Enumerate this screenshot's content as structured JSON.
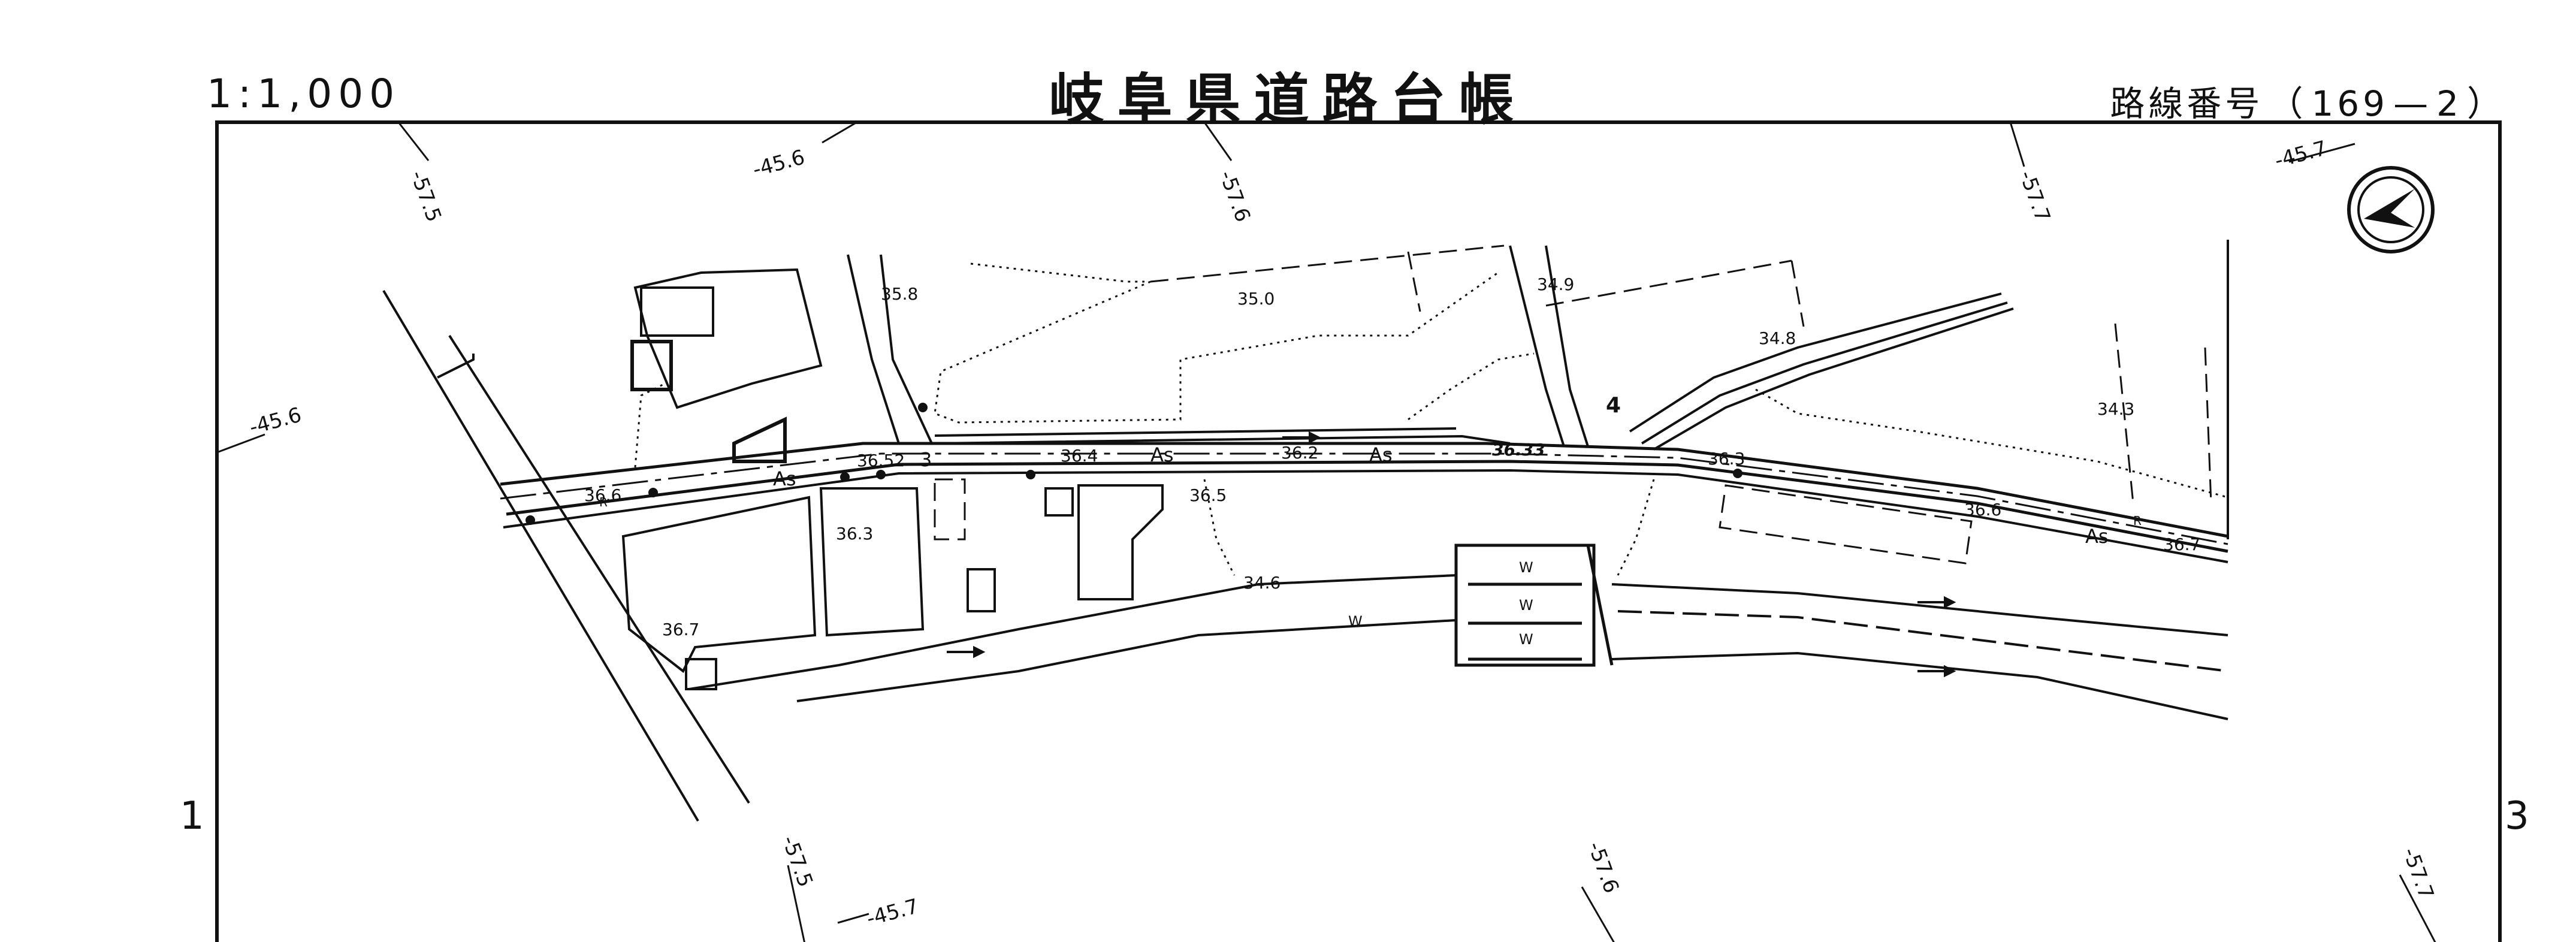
{
  "header": {
    "scale": "1:1,000",
    "title": "岐阜県道路台帳",
    "route_label": "路線番号",
    "route_open": "（",
    "route_number": "169",
    "route_dash": "—",
    "route_sub": "2",
    "route_close": "）"
  },
  "margins": {
    "left_sheet": "1",
    "right_sheet": "3"
  },
  "grid_labels": {
    "top_1": "-57.5",
    "top_2": "-45.6",
    "top_3": "-57.6",
    "top_4": "-57.7",
    "top_5": "-45.7",
    "left_1": "-45.6",
    "bottom_1": "-57.5",
    "bottom_2": "-45.7",
    "bottom_3": "-57.6",
    "bottom_4": "-57.7"
  },
  "elevations": {
    "e1": "35.8",
    "e2": "35.0",
    "e3": "34.9",
    "e4": "34.8",
    "e5": "34.3",
    "e6": "36.52",
    "e7": "36.4",
    "e8": "36.2",
    "e9": "36.33",
    "e10": "36.3",
    "e11": "36.6",
    "e12": "36.3",
    "e13": "36.5",
    "e14": "36.6",
    "e15": "36.7",
    "e16": "36.7",
    "e17": "34.6"
  },
  "surface_labels": {
    "as1": "As",
    "as2": "As",
    "as3": "As",
    "as4": "As",
    "w1": "W",
    "w2": "W",
    "w3": "W",
    "w4": "W",
    "r1": "R",
    "r2": "R"
  },
  "point_labels": {
    "p3": "3",
    "p4": "4"
  }
}
